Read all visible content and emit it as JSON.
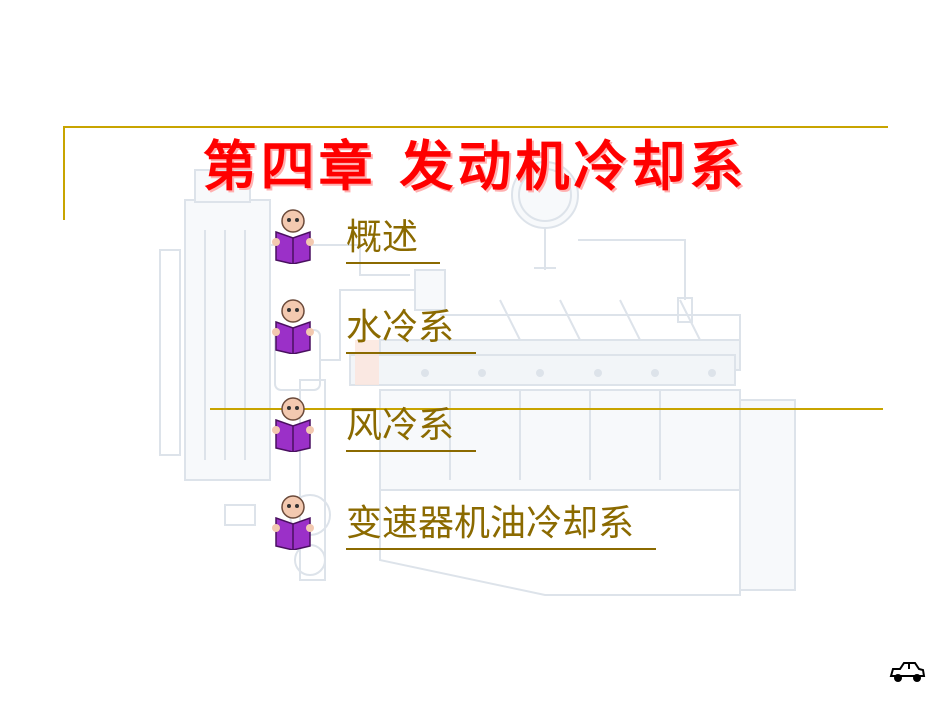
{
  "title": "第四章 发动机冷却系",
  "menu": [
    {
      "label": "概述",
      "icon": "book-reader-icon"
    },
    {
      "label": "水冷系",
      "icon": "book-reader-icon"
    },
    {
      "label": "风冷系",
      "icon": "book-reader-icon"
    },
    {
      "label": "变速器机油冷却系",
      "icon": "book-reader-icon"
    }
  ],
  "colors": {
    "title": "#ff0000",
    "accent_line": "#c8a400",
    "link": "#8b6a00",
    "icon_book": "#9b30c8"
  },
  "icons": {
    "nav": "car-icon",
    "diagram": "engine-cooling-diagram"
  }
}
